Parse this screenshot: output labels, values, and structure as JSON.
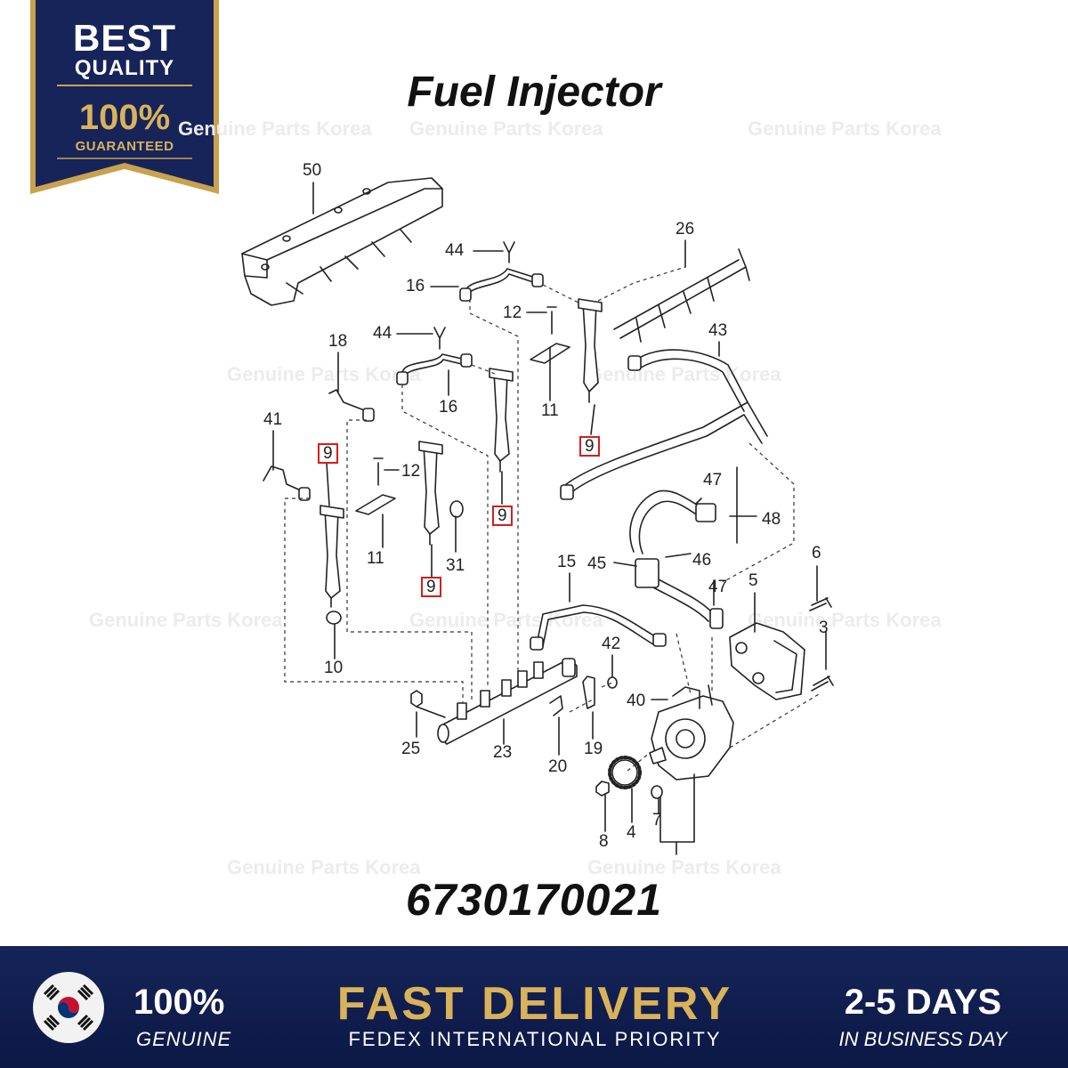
{
  "badge": {
    "line1": "BEST",
    "line2": "QUALITY",
    "line3": "100%",
    "line4": "GUARANTEED"
  },
  "title": "Fuel Injector",
  "part_number": "6730170021",
  "watermark": "Genuine Parts Korea",
  "callouts": [
    "50",
    "44",
    "16",
    "12",
    "26",
    "18",
    "44",
    "16",
    "11",
    "43",
    "41",
    "9",
    "12",
    "9",
    "9",
    "9",
    "11",
    "31",
    "47",
    "48",
    "15",
    "45",
    "46",
    "47",
    "5",
    "6",
    "3",
    "10",
    "42",
    "40",
    "25",
    "23",
    "19",
    "20",
    "8",
    "4",
    "7"
  ],
  "footer": {
    "genuine_pct": "100%",
    "genuine_label": "GENUINE",
    "delivery_title": "FAST DELIVERY",
    "delivery_sub": "FEDEX INTERNATIONAL PRIORITY",
    "days": "2-5 DAYS",
    "days_sub": "IN BUSINESS DAY"
  },
  "colors": {
    "navy": "#152458",
    "gold": "#d9b25a",
    "callout_highlight": "#d21f1f"
  }
}
